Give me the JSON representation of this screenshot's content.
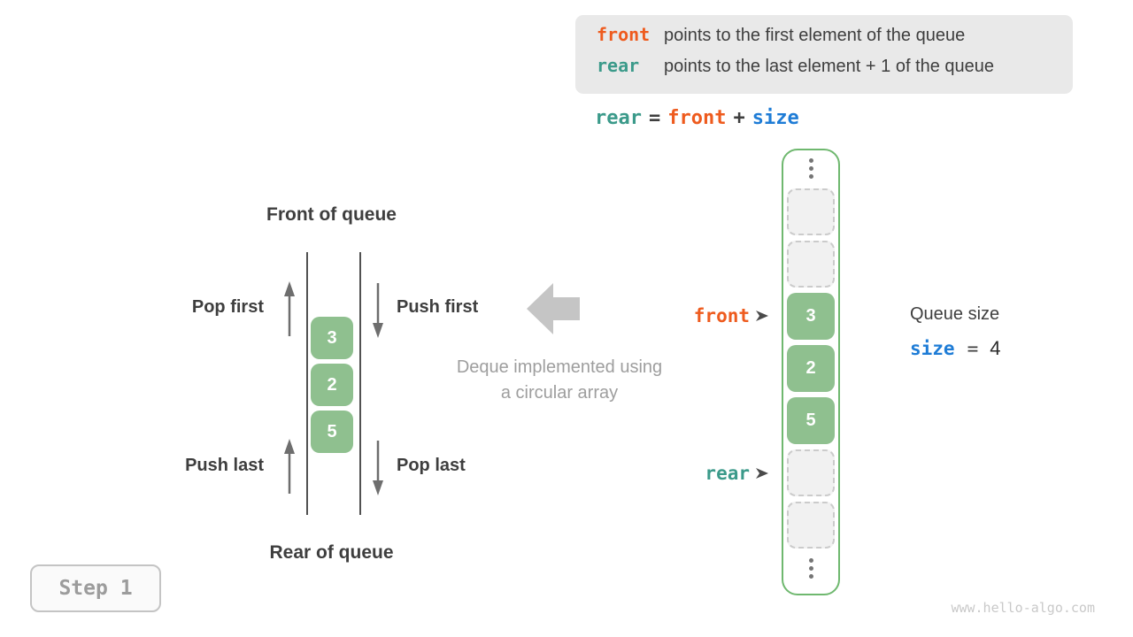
{
  "info_box": {
    "lines": [
      {
        "keyword": "front",
        "text": "points to the first element of the queue"
      },
      {
        "keyword": "rear",
        "text": "points to the last element + 1 of the queue"
      }
    ]
  },
  "formula": {
    "rear": "rear",
    "eq": "=",
    "front": "front",
    "plus": "+",
    "size": "size"
  },
  "left_diagram": {
    "front_heading": "Front of queue",
    "rear_heading": "Rear of queue",
    "pop_first": "Pop first",
    "push_first": "Push first",
    "push_last": "Push last",
    "pop_last": "Pop last",
    "stack_values": [
      "3",
      "2",
      "5"
    ]
  },
  "center": {
    "caption_line1": "Deque implemented using",
    "caption_line2": "a circular array"
  },
  "array_panel": {
    "cells": [
      {
        "type": "empty",
        "value": ""
      },
      {
        "type": "empty",
        "value": ""
      },
      {
        "type": "filled",
        "value": "3"
      },
      {
        "type": "filled",
        "value": "2"
      },
      {
        "type": "filled",
        "value": "5"
      },
      {
        "type": "empty",
        "value": ""
      },
      {
        "type": "empty",
        "value": ""
      }
    ],
    "front_pointer": "front",
    "rear_pointer": "rear"
  },
  "queue_info": {
    "title": "Queue size",
    "size_keyword": "size",
    "equals": "=",
    "value": "4"
  },
  "step_badge": "Step 1",
  "watermark": "www.hello-algo.com",
  "colors": {
    "orange": "#EE5B1E",
    "teal": "#3B9A8A",
    "blue": "#1E7CD6",
    "green-fill": "#8FC08F",
    "green-border": "#6FB86F",
    "text-dark": "#3E3E3E",
    "text-gray": "#9E9E9E"
  }
}
